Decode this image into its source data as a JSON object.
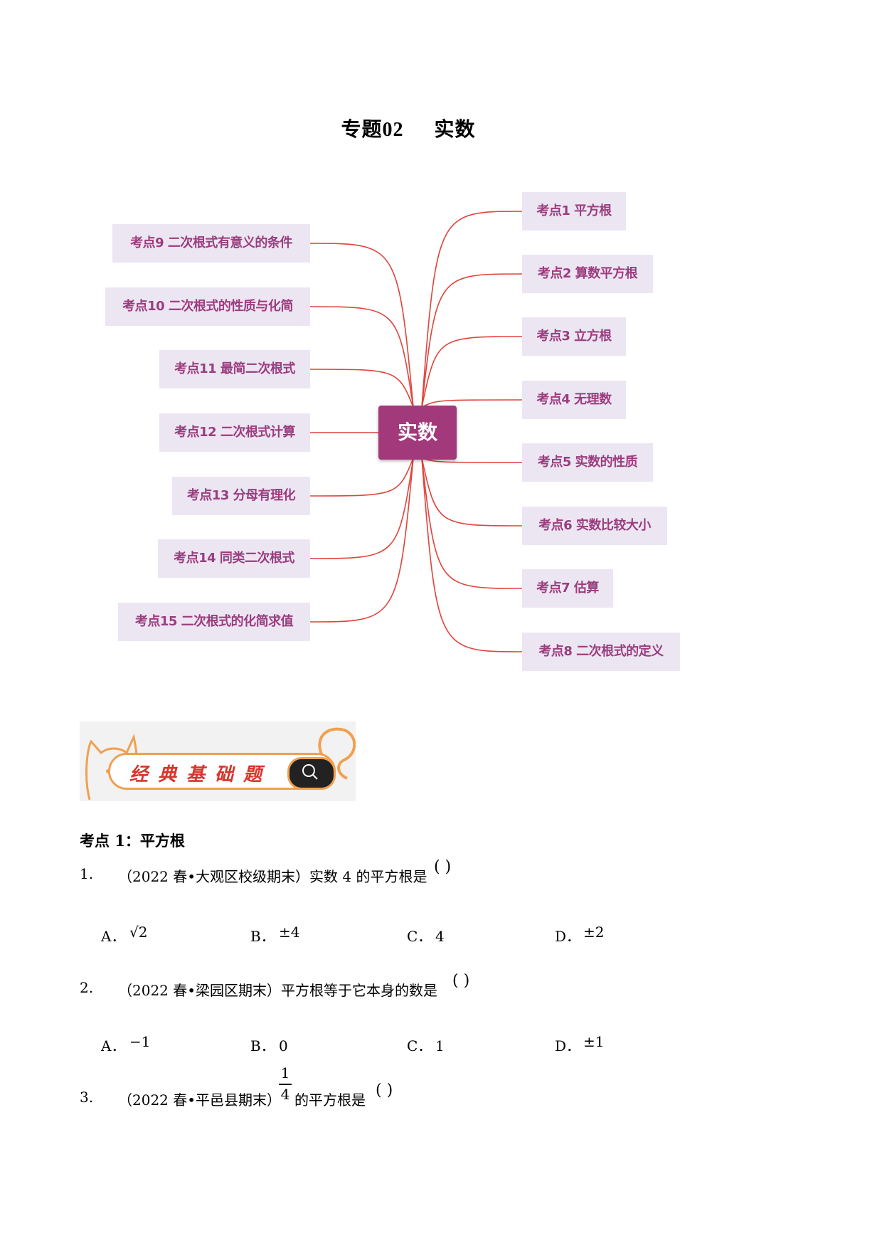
{
  "title": {
    "prefix": "专题",
    "number": "02",
    "topic": "实数"
  },
  "mindmap": {
    "center": "实数",
    "right_nodes": [
      "考点1 平方根",
      "考点2 算数平方根",
      "考点3 立方根",
      "考点4 无理数",
      "考点5 实数的性质",
      "考点6 实数比较大小",
      "考点7 估算",
      "考点8 二次根式的定义"
    ],
    "left_nodes": [
      "考点9 二次根式有意义的条件",
      "考点10 二次根式的性质与化简",
      "考点11 最简二次根式",
      "考点12 二次根式计算",
      "考点13 分母有理化",
      "考点14 同类二次根式",
      "考点15 二次根式的化简求值"
    ],
    "line_color": "#e0433b",
    "node_bg": "#ece6f3",
    "node_text_color": "#9b3d7e",
    "center_bg": "#a2397a"
  },
  "banner": {
    "text": "经典基础题",
    "icon": "search-icon"
  },
  "section": {
    "heading": "考点 1：平方根"
  },
  "questions": [
    {
      "num": "1.",
      "text": "（2022 春•大观区校级期末）实数 4 的平方根是",
      "paren": "(        )",
      "options": [
        {
          "label": "A．",
          "value": "√2"
        },
        {
          "label": "B．",
          "value": "±4"
        },
        {
          "label": "C．",
          "value": "4"
        },
        {
          "label": "D．",
          "value": "±2"
        }
      ]
    },
    {
      "num": "2.",
      "text": "（2022 春•梁园区期末）平方根等于它本身的数是",
      "paren": "(        )",
      "options": [
        {
          "label": "A．",
          "value": "−1"
        },
        {
          "label": "B．",
          "value": "0"
        },
        {
          "label": "C．",
          "value": "1"
        },
        {
          "label": "D．",
          "value": "±1"
        }
      ]
    },
    {
      "num": "3.",
      "text": "（2022 春•平邑县期末）",
      "fraction": {
        "numerator": "1",
        "denominator": "4"
      },
      "text_after": "的平方根是",
      "paren": "(        )"
    }
  ]
}
